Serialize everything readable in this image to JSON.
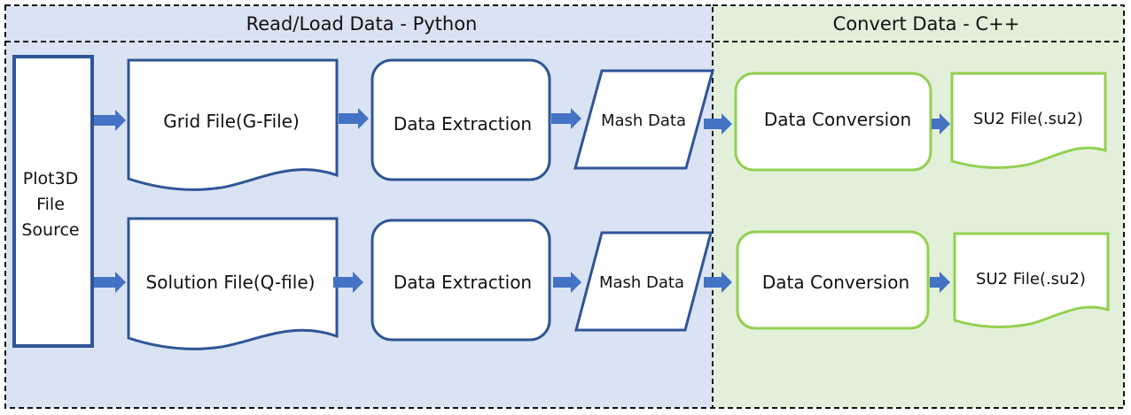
{
  "sections": {
    "python": {
      "title": "Read/Load Data - Python"
    },
    "cpp": {
      "title": "Convert Data - C++"
    }
  },
  "source": {
    "lines": [
      "Plot3D",
      "File",
      "Source"
    ]
  },
  "rows": [
    {
      "input_file": "Grid File(G-File)",
      "extraction": "Data Extraction",
      "data": "Mash Data",
      "conversion": "Data Conversion",
      "output_file": "SU2 File(.su2)"
    },
    {
      "input_file": "Solution File(Q-file)",
      "extraction": "Data Extraction",
      "data": "Mash Data",
      "conversion": "Data Conversion",
      "output_file": "SU2 File(.su2)"
    }
  ],
  "colors": {
    "python_bg": "#dae3f3",
    "cpp_bg": "#e2f0d9",
    "python_stroke": "#2f5597",
    "cpp_stroke": "#92d050",
    "arrow": "#4472c4"
  }
}
